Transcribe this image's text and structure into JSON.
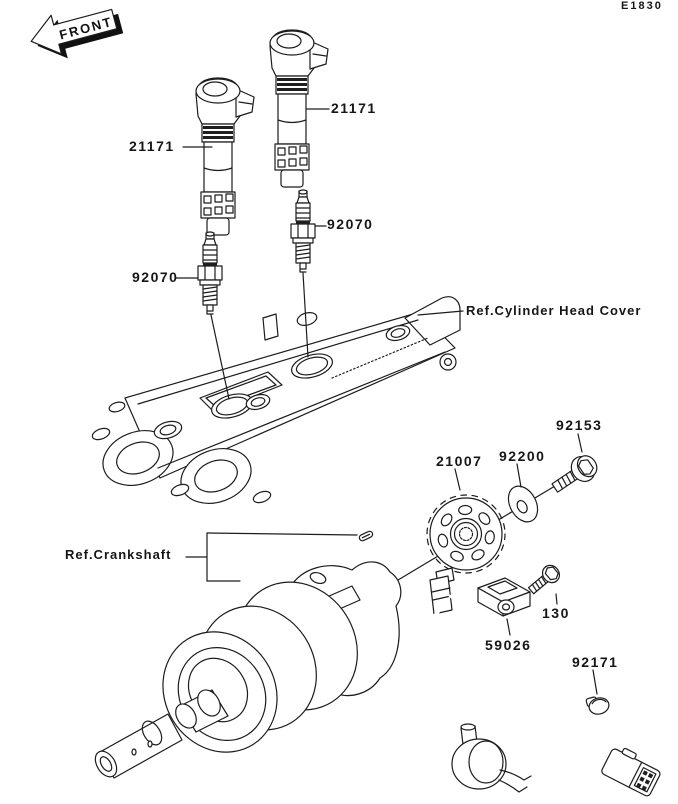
{
  "canvas": {
    "background": "#ffffff",
    "ink": "#1c1c1c"
  },
  "header": {
    "front_label": "FRONT",
    "diagram_code": "E1830"
  },
  "labels": {
    "coil_left": "21171",
    "coil_right": "21171",
    "plug_left": "92070",
    "plug_right": "92070",
    "head_cover_ref": "Ref.Cylinder Head Cover",
    "crankshaft_ref": "Ref.Crankshaft",
    "rotor": "21007",
    "washer": "92200",
    "rotor_bolt": "92153",
    "pickup_bolt": "130",
    "pickup_coil": "59026",
    "clamp": "92171"
  }
}
